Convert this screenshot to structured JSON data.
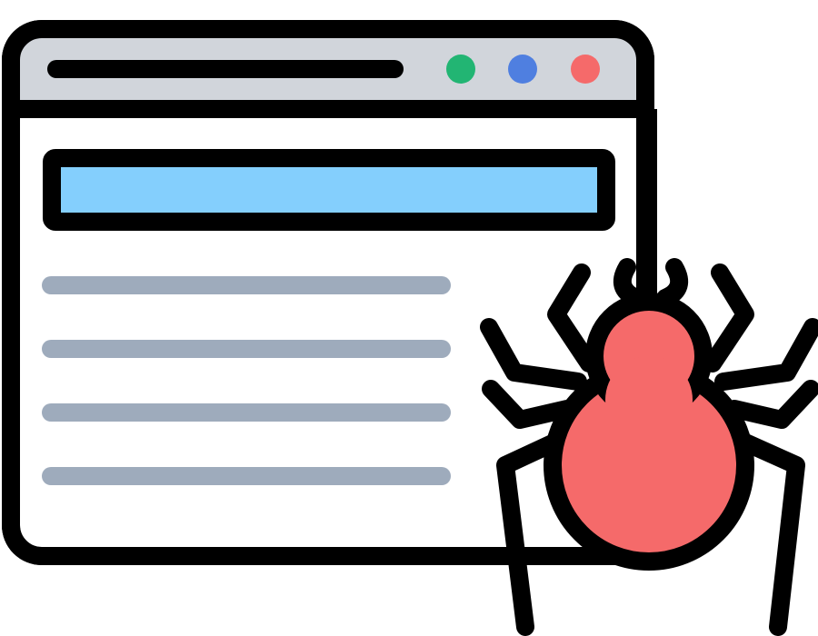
{
  "colors": {
    "outline": "#000000",
    "titlebar": "#d1d5db",
    "page": "#ffffff",
    "highlight_bar": "#84cffd",
    "text_line": "#9eabbc",
    "dot_green": "#22b573",
    "dot_blue": "#4f7fe0",
    "dot_red": "#f56a6a",
    "spider_body": "#f56a6a"
  },
  "icons": {
    "window": "browser-window-icon",
    "spider": "spider-bug-icon"
  },
  "window": {
    "controls": [
      "green",
      "blue",
      "red"
    ],
    "content_line_count": 4
  }
}
